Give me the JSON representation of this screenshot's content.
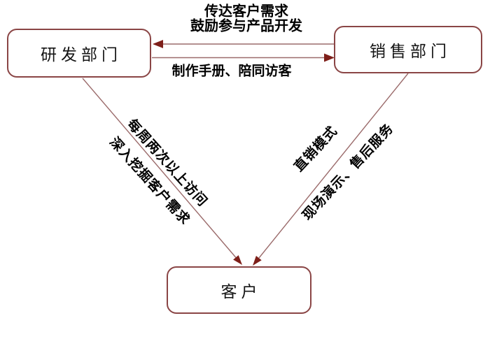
{
  "nodes": {
    "rd": {
      "label": "研发部门"
    },
    "sales": {
      "label": "销售部门"
    },
    "customer": {
      "label": "客户"
    }
  },
  "edges": {
    "sales_to_rd": {
      "from": "销售部门",
      "to": "研发部门",
      "lines": [
        "传达客户需求",
        "鼓励参与产品开发"
      ]
    },
    "rd_to_sales": {
      "from": "研发部门",
      "to": "销售部门",
      "lines": [
        "制作手册、陪同访客"
      ]
    },
    "rd_to_customer": {
      "from": "研发部门",
      "to": "客户",
      "lines": [
        "每周两次以上访问",
        "深入挖掘客户需求"
      ]
    },
    "sales_to_customer": {
      "from": "销售部门",
      "to": "客户",
      "lines": [
        "直销模式",
        "现场演示、售后服务"
      ]
    }
  },
  "colors": {
    "box_border": "#8a4545",
    "line_color": "#9b6b6b",
    "arrow_color": "#7e1f19",
    "text_color": "#141414",
    "bg_color": "#ffffff"
  }
}
